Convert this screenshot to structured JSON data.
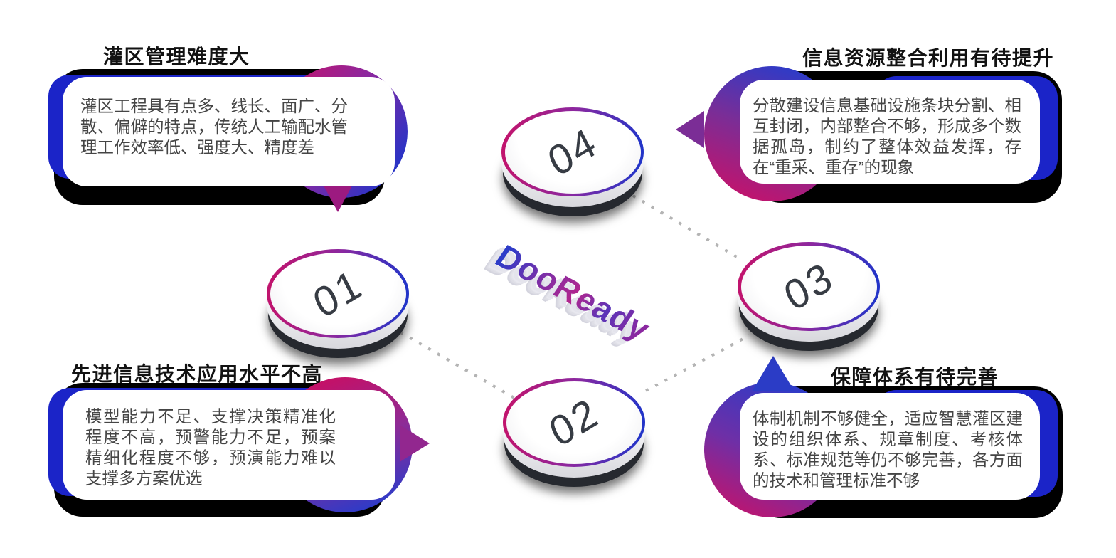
{
  "logo": {
    "text": "DooReady"
  },
  "steps": [
    {
      "number": "01"
    },
    {
      "number": "02"
    },
    {
      "number": "03"
    },
    {
      "number": "04"
    }
  ],
  "cards": {
    "top_left": {
      "title": "灌区管理难度大",
      "body": "灌区工程具有点多、线长、面广、分散、偏僻的特点，传统人工输配水管理工作效率低、强度大、精度差"
    },
    "top_right": {
      "title": "信息资源整合利用有待提升",
      "body": "分散建设信息基础设施条块分割、相互封闭，内部整合不够，形成多个数据孤岛，制约了整体效益发挥，存在“重采、重存”的现象"
    },
    "bottom_left": {
      "title": "先进信息技术应用水平不高",
      "body": "模型能力不足、支撑决策精准化程度不高，预警能力不足，预案精细化程度不够，预演能力难以支撑多方案优选"
    },
    "bottom_right": {
      "title": "保障体系有待完善",
      "body": "体制机制不够健全，适应智慧灌区建设的组织体系、规章制度、考核体系、标准规范等仍不够完善，各方面的技术和管理标准不够"
    }
  },
  "colors": {
    "accent_blue": "#1b24c8",
    "magenta": "#c0146e",
    "purple": "#7b2aa6",
    "blue": "#2334c8",
    "shadow_black": "#000000",
    "dot_gray": "#b4b4b4"
  }
}
